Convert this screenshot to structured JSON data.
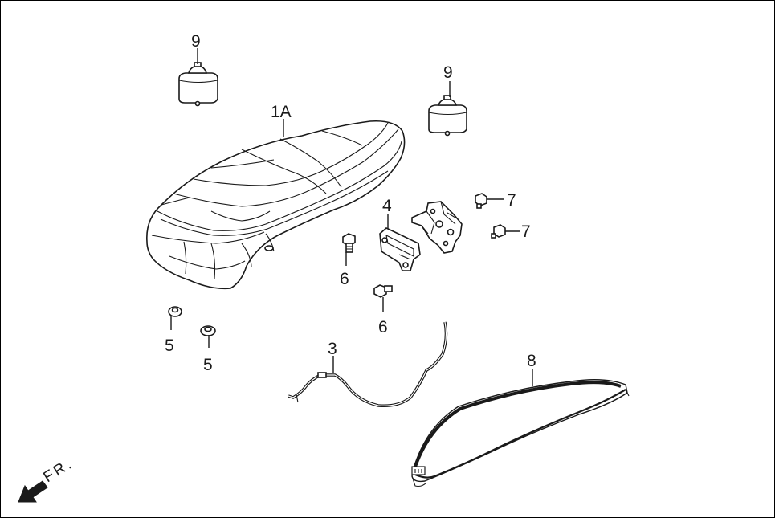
{
  "diagram": {
    "callouts": [
      {
        "id": "9a",
        "text": "9"
      },
      {
        "id": "1A",
        "text": "1A"
      },
      {
        "id": "9b",
        "text": "9"
      },
      {
        "id": "4",
        "text": "4"
      },
      {
        "id": "7a",
        "text": "7"
      },
      {
        "id": "7b",
        "text": "7"
      },
      {
        "id": "6a",
        "text": "6"
      },
      {
        "id": "6b",
        "text": "6"
      },
      {
        "id": "5a",
        "text": "5"
      },
      {
        "id": "5b",
        "text": "5"
      },
      {
        "id": "3",
        "text": "3"
      },
      {
        "id": "8",
        "text": "8"
      }
    ],
    "direction": {
      "text": "FR.",
      "icon": "front-arrow-icon"
    }
  }
}
